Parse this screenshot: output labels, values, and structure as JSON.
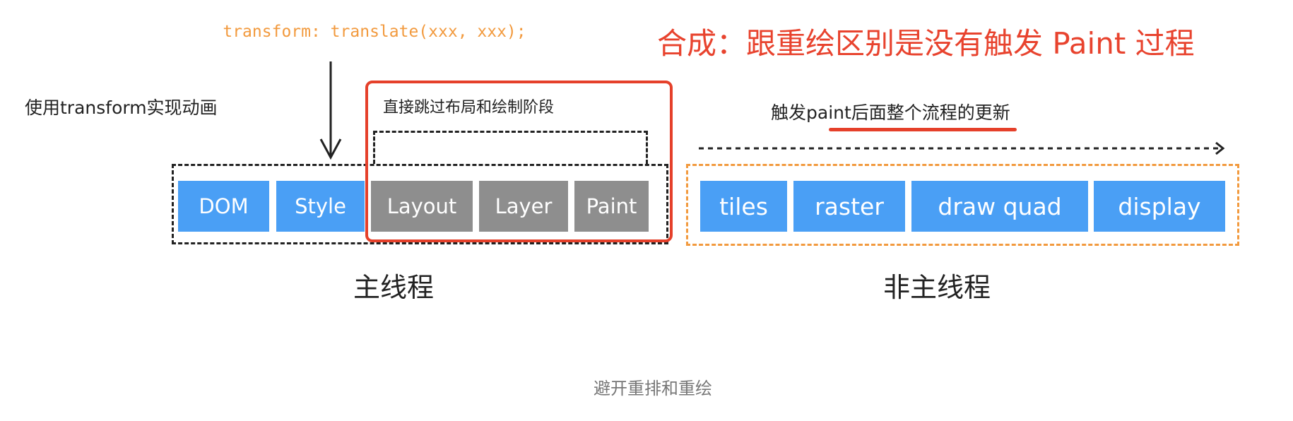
{
  "code_text": "transform: translate(xxx, xxx);",
  "title": "合成：跟重绘区别是没有触发 Paint 过程",
  "left_note": "使用transform实现动画",
  "skip_note": "直接跳过布局和绘制阶段",
  "right_note": "触发paint后面整个流程的更新",
  "main_thread": {
    "label": "主线程",
    "stages": [
      {
        "label": "DOM",
        "skipped": false
      },
      {
        "label": "Style",
        "skipped": false
      },
      {
        "label": "Layout",
        "skipped": true
      },
      {
        "label": "Layer",
        "skipped": true
      },
      {
        "label": "Paint",
        "skipped": true
      }
    ]
  },
  "compositor_thread": {
    "label": "非主线程",
    "stages": [
      {
        "label": "tiles"
      },
      {
        "label": "raster"
      },
      {
        "label": "draw quad"
      },
      {
        "label": "display"
      }
    ]
  },
  "caption": "避开重排和重绘",
  "colors": {
    "blue": "#4a9ff5",
    "gray": "#8e8e8e",
    "red": "#e5402a",
    "orange": "#f29a3e"
  }
}
